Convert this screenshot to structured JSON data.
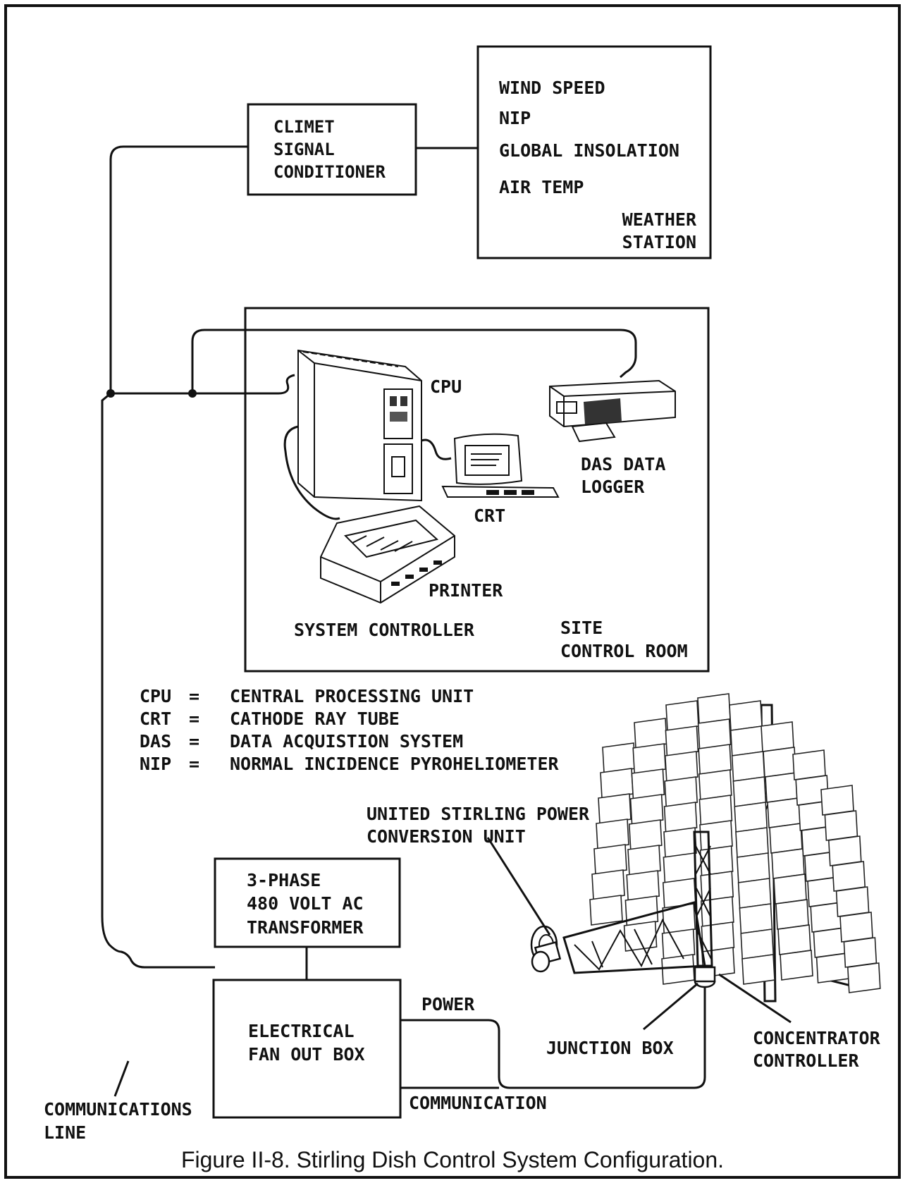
{
  "climet": {
    "line1": "CLIMET",
    "line2": "SIGNAL",
    "line3": "CONDITIONER"
  },
  "weather": {
    "items": [
      "WIND SPEED",
      "NIP",
      "GLOBAL INSOLATION",
      "AIR TEMP"
    ],
    "label1": "WEATHER",
    "label2": "STATION"
  },
  "control_room": {
    "cpu": "CPU",
    "crt": "CRT",
    "das1": "DAS DATA",
    "das2": "LOGGER",
    "printer": "PRINTER",
    "system_controller": "SYSTEM CONTROLLER",
    "site1": "SITE",
    "site2": "CONTROL ROOM"
  },
  "legend": [
    {
      "abbr": "CPU",
      "eq": "=",
      "text": "CENTRAL PROCESSING UNIT"
    },
    {
      "abbr": "CRT",
      "eq": "=",
      "text": "CATHODE RAY TUBE"
    },
    {
      "abbr": "DAS",
      "eq": "=",
      "text": "DATA ACQUISTION SYSTEM"
    },
    {
      "abbr": "NIP",
      "eq": "=",
      "text": "NORMAL INCIDENCE PYROHELIOMETER"
    }
  ],
  "transformer": {
    "line1": "3-PHASE",
    "line2": "480 VOLT AC",
    "line3": "TRANSFORMER"
  },
  "fanout": {
    "line1": "ELECTRICAL",
    "line2": "FAN OUT BOX"
  },
  "labels": {
    "pcu1": "UNITED STIRLING POWER",
    "pcu2": "CONVERSION UNIT",
    "power": "POWER",
    "communication": "COMMUNICATION",
    "junction": "JUNCTION BOX",
    "conc1": "CONCENTRATOR",
    "conc2": "CONTROLLER",
    "comm1": "COMMUNICATIONS",
    "comm2": "LINE"
  },
  "caption": "Figure II-8. Stirling Dish Control System Configuration."
}
